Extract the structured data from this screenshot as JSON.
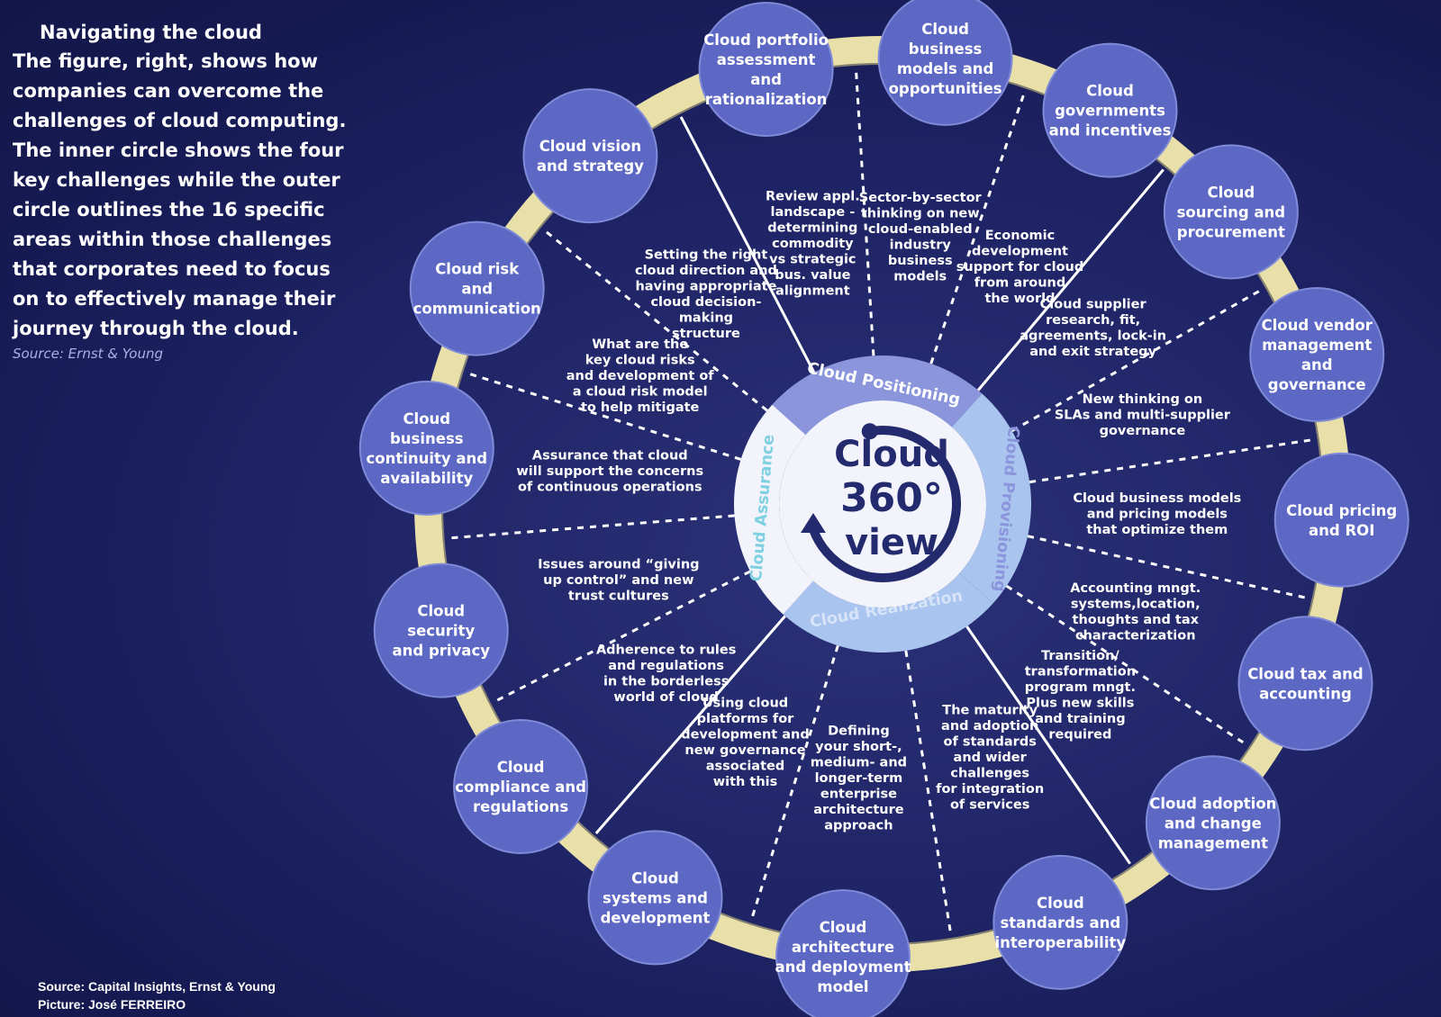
{
  "intro": {
    "heading": "Navigating the cloud",
    "body": "The figure, right, shows how companies can overcome the challenges of cloud computing. The inner circle shows the four key challenges while the outer circle outlines the 16 specific areas within those challenges that corporates need to focus on to effectively manage their journey through the cloud.",
    "source": "Source: Ernst & Young"
  },
  "credits": {
    "source": "Source: Capital Insights, Ernst & Young",
    "picture": "Picture: José FERREIRO"
  },
  "center": {
    "lines": [
      "Cloud",
      "360°",
      "view"
    ]
  },
  "segments": [
    {
      "label": "Cloud Positioning"
    },
    {
      "label": "Cloud Provisioning"
    },
    {
      "label": "Cloud Realization"
    },
    {
      "label": "Cloud Assurance"
    }
  ],
  "areas": [
    {
      "lines": [
        "Cloud",
        "business",
        "models and",
        "opportunities"
      ],
      "desc": [
        "Sector-by-sector",
        "thinking on new",
        "cloud-enabled",
        "industry",
        "business",
        "models"
      ]
    },
    {
      "lines": [
        "Cloud",
        "governments",
        "and incentives"
      ],
      "desc": [
        "Economic",
        "development",
        "support for cloud",
        "from around",
        "the world"
      ]
    },
    {
      "lines": [
        "Cloud",
        "sourcing and",
        "procurement"
      ],
      "desc": [
        "Cloud supplier",
        "research, fit,",
        "agreements, lock-in",
        "and exit strategy"
      ]
    },
    {
      "lines": [
        "Cloud vendor",
        "management",
        "and",
        "governance"
      ],
      "desc": [
        "New thinking on",
        "SLAs and multi-supplier",
        "governance"
      ]
    },
    {
      "lines": [
        "Cloud pricing",
        "and ROI"
      ],
      "desc": [
        "Cloud business models",
        "and pricing models",
        "that optimize them"
      ]
    },
    {
      "lines": [
        "Cloud tax and",
        "accounting"
      ],
      "desc": [
        "Accounting mngt.",
        "systems,location,",
        "thoughts and tax",
        "characterization"
      ]
    },
    {
      "lines": [
        "Cloud adoption",
        "and change",
        "management"
      ],
      "desc": [
        "Transition/",
        "transformation",
        "program mngt.",
        "Plus new skills",
        "and training",
        "required"
      ]
    },
    {
      "lines": [
        "Cloud",
        "standards and",
        "interoperability"
      ],
      "desc": [
        "The maturity",
        "and adoption",
        "of standards",
        "and wider",
        "challenges",
        "for integration",
        "of services"
      ]
    },
    {
      "lines": [
        "Cloud",
        "architecture",
        "and deployment",
        "model"
      ],
      "desc": [
        "Defining",
        "your short-,",
        "medium- and",
        "longer-term",
        "enterprise",
        "architecture",
        "approach"
      ]
    },
    {
      "lines": [
        "Cloud",
        "systems and",
        "development"
      ],
      "desc": [
        "Using cloud",
        "platforms for",
        "development and",
        "new governance",
        "associated",
        "with this"
      ]
    },
    {
      "lines": [
        "Cloud",
        "compliance and",
        "regulations"
      ],
      "desc": [
        "Adherence to rules",
        "and regulations",
        "in the borderless",
        "world of cloud"
      ]
    },
    {
      "lines": [
        "Cloud",
        "security",
        "and privacy"
      ],
      "desc": [
        "Issues around “giving",
        "up control” and new",
        "trust cultures"
      ]
    },
    {
      "lines": [
        "Cloud",
        "business",
        "continuity and",
        "availability"
      ],
      "desc": [
        "Assurance that cloud",
        "will support the concerns",
        "of continuous operations"
      ]
    },
    {
      "lines": [
        "Cloud risk",
        "and",
        "communication"
      ],
      "desc": [
        "What are the",
        "key cloud risks",
        "and development of",
        "a cloud risk model",
        "to help mitigate"
      ]
    },
    {
      "lines": [
        "Cloud vision",
        "and strategy"
      ],
      "desc": [
        "Setting the right",
        "cloud direction and",
        "having appropriate",
        "cloud decision-",
        "making",
        "structure"
      ]
    },
    {
      "lines": [
        "Cloud portfolio",
        "assessment",
        "and",
        "rationalization"
      ],
      "desc": [
        "Review appl.",
        "landscape -",
        "determining",
        "commodity",
        "vs strategic",
        "bus. value",
        "alignment"
      ]
    }
  ],
  "colors": {
    "background": "#1f2466",
    "ring": "#e8e0a8",
    "circle_fill": "#5d68c4",
    "circle_stroke": "#7f8ad8",
    "segment_fill": "#8b95dc",
    "segment_alt": "#a9c4ee",
    "center_fill": "#f2f3fb",
    "center_text": "#242a6e",
    "text": "#ffffff"
  }
}
